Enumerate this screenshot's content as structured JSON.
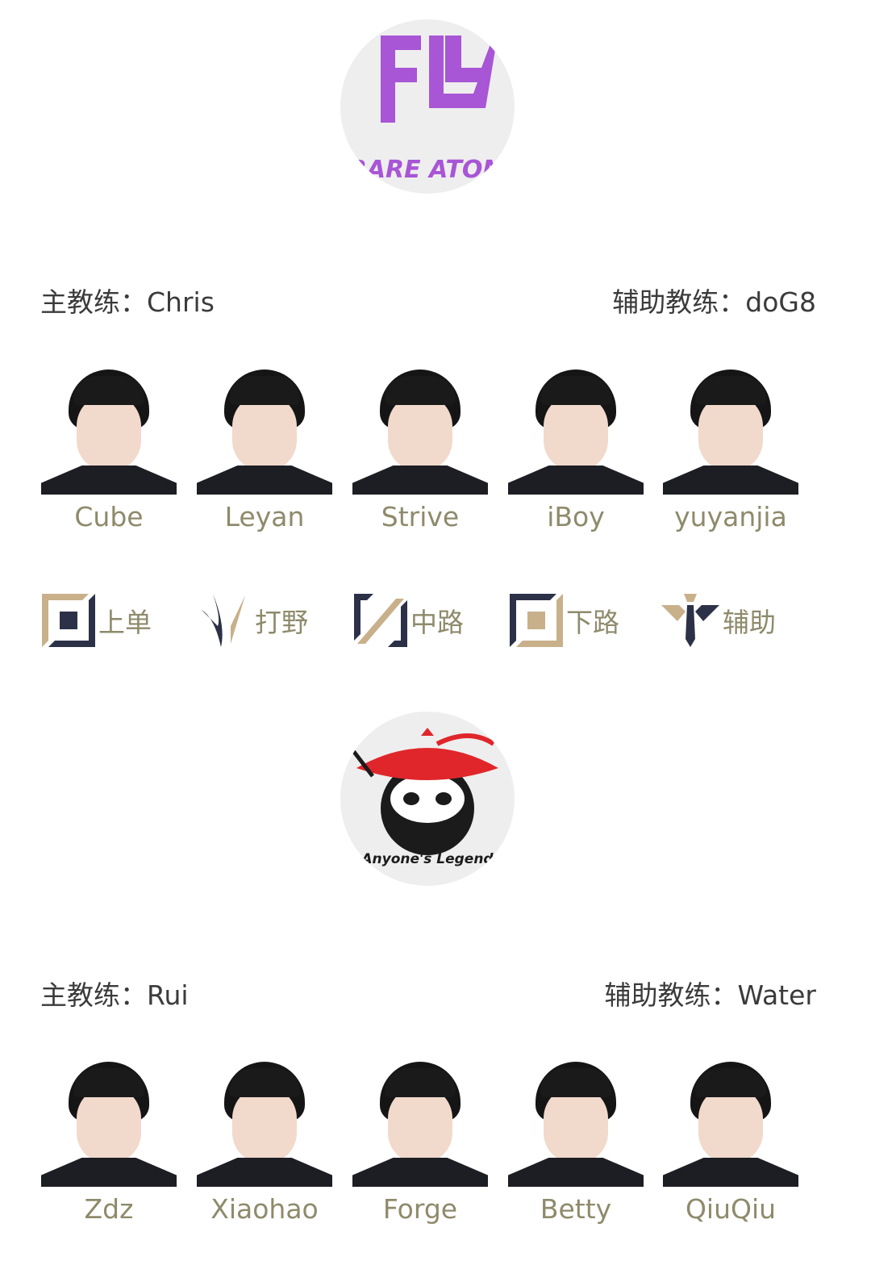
{
  "teams": [
    {
      "logo_text": "RARE ATOM",
      "head_coach_label": "主教练：Chris",
      "assistant_coach_label": "辅助教练：doG8",
      "players": [
        "Cube",
        "Leyan",
        "Strive",
        "iBoy",
        "yuyanjia"
      ]
    },
    {
      "logo_text": "Anyone's Legend",
      "head_coach_label": "主教练：Rui",
      "assistant_coach_label": "辅助教练：Water",
      "players": [
        "Zdz",
        "Xiaohao",
        "Forge",
        "Betty",
        "QiuQiu"
      ]
    }
  ],
  "roles": [
    "上单",
    "打野",
    "中路",
    "下路",
    "辅助"
  ],
  "colors": {
    "gold": "#c8b08a",
    "navy": "#2c3148",
    "name": "#8e8a6b",
    "purple": "#a855d6",
    "red": "#e0262b"
  }
}
